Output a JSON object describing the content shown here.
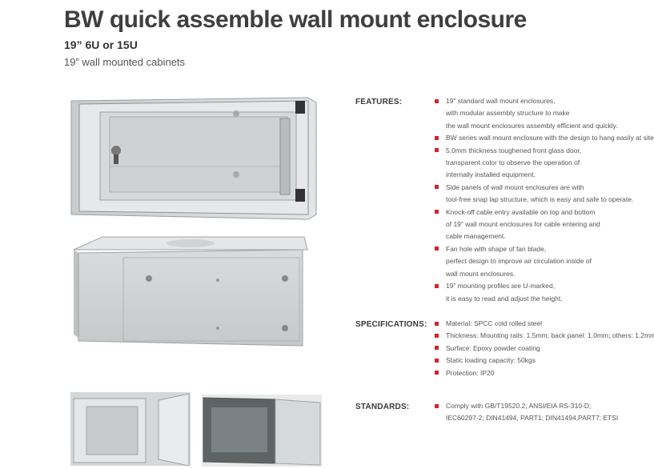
{
  "header": {
    "title": "BW  quick assemble wall mount enclosure",
    "subtitle": "19” 6U or 15U",
    "tagline": "19” wall mounted cabinets"
  },
  "features": {
    "label": "FEATURES:",
    "items": [
      [
        "19” standard wall  mount enclosures,",
        "with modular assembly structure to make",
        "the wall mount enclosures assembly efficient and quickly."
      ],
      [
        "BW series wall mount enclosure with the design to hang easily at site."
      ],
      [
        "5.0mm thickness toughened front glass door,",
        "transparent color to observe the operation of",
        "internally installed equipment."
      ],
      [
        "Side panels of wall mount enclosures are with",
        "tool-free snap lap structure, which is easy and safe to operate."
      ],
      [
        "Knock-off cable entry available on top and bottom",
        "of 19” wall mount enclosures for cable entering and",
        "cable management."
      ],
      [
        "Fan hole with shape of fan blade,",
        "perfect design to improve air circulation inside of",
        "wall mount enclosures."
      ],
      [
        "19” mounting profiles are U-marked,",
        "it is easy to read and adjust the height."
      ]
    ]
  },
  "specifications": {
    "label": "SPECIFICATIONS:",
    "items": [
      [
        "Material: SPCC cold rolled steel"
      ],
      [
        "Thickness: Mounting rails: 1.5mm; back panel: 1.0mm; others: 1.2mm"
      ],
      [
        "Surface: Epoxy powder coating"
      ],
      [
        "Static loading capacity: 50kgs"
      ],
      [
        "Protection: IP20"
      ]
    ]
  },
  "standards": {
    "label": "STANDARDS:",
    "items": [
      [
        "Comply with GB/T19520.2;  ANSI/EIA RS-310-D;",
        "IEC60297-2; DIN41494, PART1; DIN41494,PART7; ETSI"
      ]
    ]
  }
}
